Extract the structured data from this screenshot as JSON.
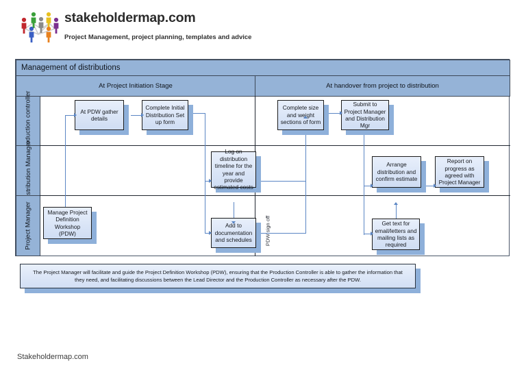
{
  "brand": {
    "title": "stakeholdermap.com",
    "tagline": "Project Management, project planning, templates and advice",
    "logo_icon": "people-network-icon",
    "logo_figures": [
      {
        "name": "figure-red",
        "color": "#c1272d"
      },
      {
        "name": "figure-green",
        "color": "#3aa03a"
      },
      {
        "name": "figure-grey",
        "color": "#8a8a8a"
      },
      {
        "name": "figure-yellow",
        "color": "#e8c01f"
      },
      {
        "name": "figure-purple",
        "color": "#7b2f8f"
      },
      {
        "name": "figure-blue",
        "color": "#3a5fc4"
      },
      {
        "name": "figure-orange",
        "color": "#e8821f"
      }
    ]
  },
  "diagram": {
    "title": "Management of distributions",
    "stages": [
      {
        "name": "stage-initiation",
        "label": "At Project Initiation Stage"
      },
      {
        "name": "stage-handover",
        "label": "At handover from project to distribution"
      }
    ],
    "lanes": [
      {
        "name": "lane-production-controller",
        "label": "Production controller"
      },
      {
        "name": "lane-distribution-manager",
        "label": "Distribution Manager"
      },
      {
        "name": "lane-project-manager",
        "label": "Project Manager"
      }
    ],
    "nodes": [
      {
        "id": "at-pdw-gather-details",
        "label": "At PDW gather details",
        "lane": "lane-production-controller",
        "stage": "stage-initiation"
      },
      {
        "id": "complete-initial-dist-form",
        "label": "Complete Initial Distribution Set up form",
        "lane": "lane-production-controller",
        "stage": "stage-initiation"
      },
      {
        "id": "complete-size-weight",
        "label": "Complete size and weight sections of form",
        "lane": "lane-production-controller",
        "stage": "stage-handover"
      },
      {
        "id": "submit-to-pm-and-dist-mgr",
        "label": "Submit to Project Manager and Distribution Mgr",
        "lane": "lane-production-controller",
        "stage": "stage-handover"
      },
      {
        "id": "log-on-distribution-timeline",
        "label": "Log on distribution timeline for the year and provide estimated costs",
        "lane": "lane-distribution-manager",
        "stage": "stage-initiation"
      },
      {
        "id": "arrange-distribution",
        "label": "Arrange distribution and confirm estimate",
        "lane": "lane-distribution-manager",
        "stage": "stage-handover"
      },
      {
        "id": "report-on-progress",
        "label": "Report on progress as agreed with Project Manager",
        "lane": "lane-distribution-manager",
        "stage": "stage-handover"
      },
      {
        "id": "manage-pdw",
        "label": "Manage Project Definition Workshop (PDW)",
        "lane": "lane-project-manager",
        "stage": "stage-initiation"
      },
      {
        "id": "add-to-documentation",
        "label": "Add to documentation and schedules",
        "lane": "lane-project-manager",
        "stage": "stage-initiation"
      },
      {
        "id": "get-text-for-email",
        "label": "Get text for email/letters and mailing lists as required",
        "lane": "lane-project-manager",
        "stage": "stage-handover"
      }
    ],
    "annotations": [
      {
        "id": "pdw-sign-off",
        "label": "PDW sign off",
        "orientation": "vertical"
      }
    ],
    "note": "The Project Manager will facilitate and guide the Project Definition Workshop (PDW), ensuring that the Production Controller is able to gather the information that they need, and facilitating discussions between the Lead Director and the Production Controller as necessary after the PDW."
  },
  "footer": {
    "text": "Stakeholdermap.com"
  },
  "colors": {
    "band_blue": "#95b3d7",
    "box_fill_top": "#e8effb",
    "box_fill_bottom": "#cfddf3",
    "box_border": "#1b1b1b",
    "box_shadow": "#8eb0da",
    "connector": "#5b86c4",
    "frame_border": "#4a5668"
  }
}
